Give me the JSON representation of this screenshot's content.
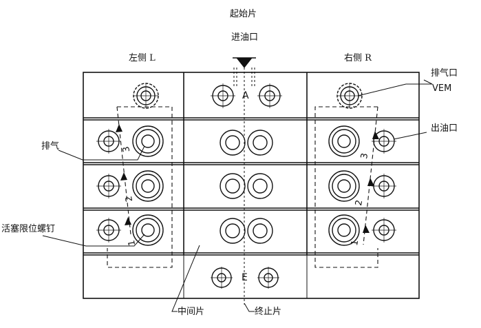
{
  "labels": {
    "start_piece": "起始片",
    "inlet": "进油口",
    "left_side": "左侧 L",
    "right_side": "右侧 R",
    "vent_port": "排气口",
    "vem": "VEM",
    "outlet": "出油口",
    "vent": "排气",
    "piston_screw": "活塞限位螺钉",
    "middle_piece": "中间片",
    "end_piece": "终止片",
    "a": "A",
    "e": "E"
  },
  "step_numbers": [
    "1",
    "2",
    "3"
  ]
}
